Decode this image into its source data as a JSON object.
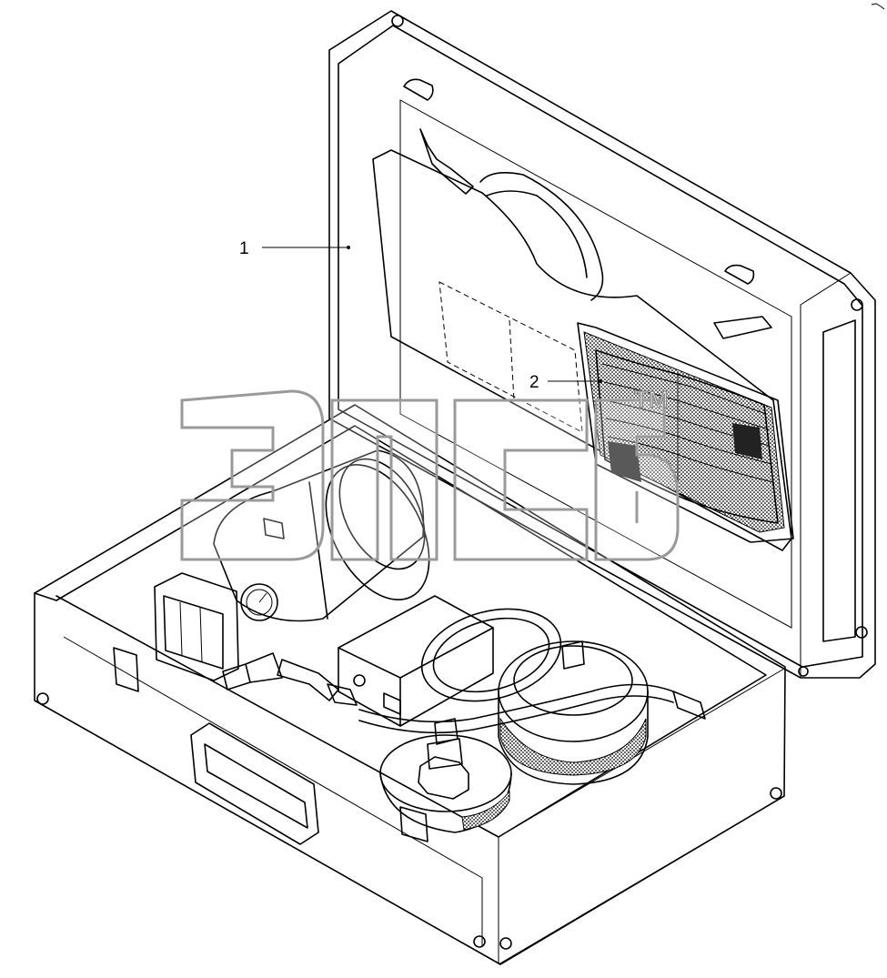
{
  "callouts": [
    {
      "id": "1",
      "label": "1"
    },
    {
      "id": "2",
      "label": "2"
    }
  ],
  "watermark": {
    "trademark": "TM"
  },
  "colors": {
    "line": "#000000",
    "watermark": "#9a9a9a",
    "background": "#ffffff"
  }
}
